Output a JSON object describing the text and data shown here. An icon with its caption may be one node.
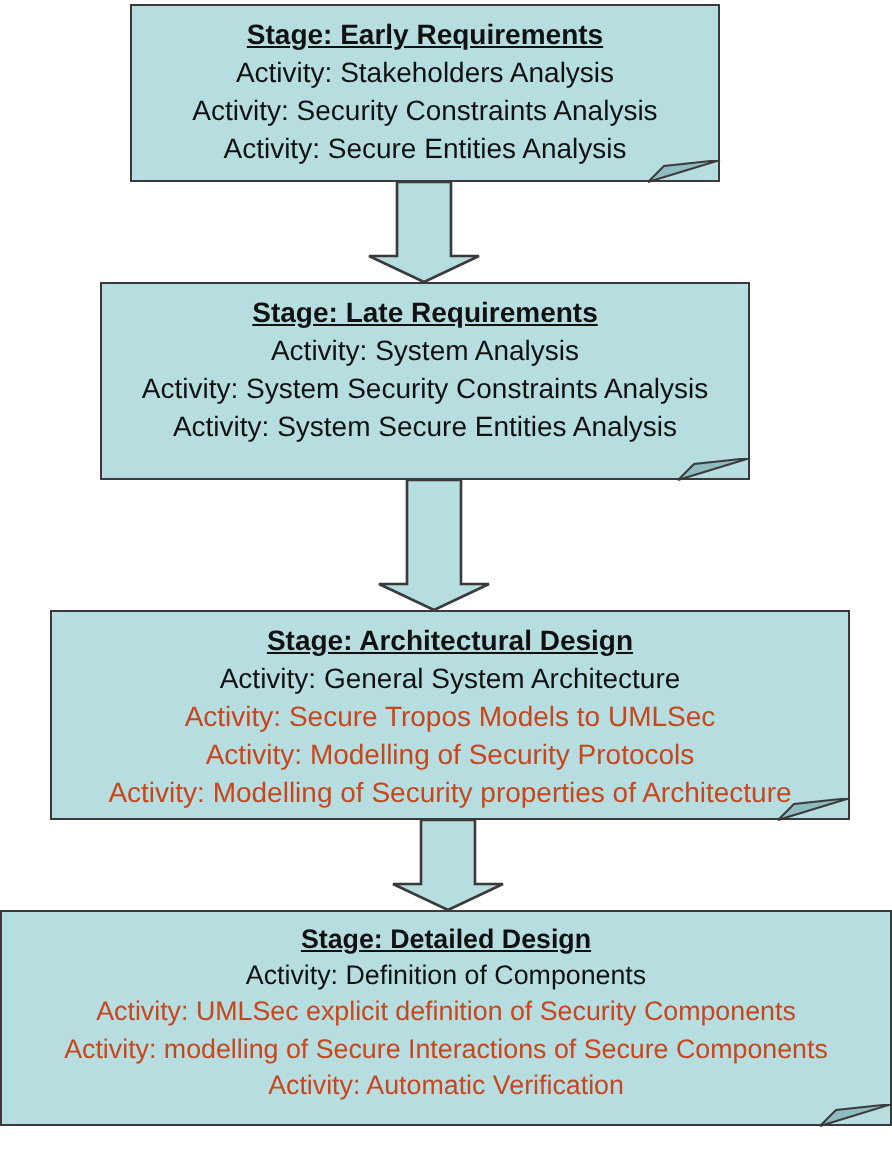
{
  "diagram": {
    "nodes": [
      {
        "text": [
          "Stage: Early Requirements",
          "Activity: Stakeholders Analysis",
          "Activity: Security Constraints Analysis",
          "Activity: Secure Entities Analysis"
        ]
      },
      {
        "text": [
          "Stage: Late Requirements",
          "Activity: System Analysis",
          "Activity: System Security Constraints Analysis",
          "Activity: System Secure Entities Analysis"
        ]
      },
      {
        "text": [
          "Stage: Architectural Design",
          "Activity: General System Architecture",
          "Activity: Secure Tropos Models to UMLSec",
          "Activity: Modelling of Security Protocols",
          "Activity: Modelling of Security properties of Architecture"
        ]
      },
      {
        "text": [
          "Stage: Detailed Design",
          "Activity: Definition of Components",
          "Activity: UMLSec explicit definition of Security Components",
          "Activity: modelling of Secure Interactions of Secure Components",
          "Activity: Automatic Verification"
        ]
      }
    ],
    "edges": [
      {
        "from": 0,
        "to": 1,
        "arrow": "to"
      },
      {
        "from": 1,
        "to": 2,
        "arrow": "to"
      },
      {
        "from": 2,
        "to": 3,
        "arrow": "to"
      }
    ]
  }
}
